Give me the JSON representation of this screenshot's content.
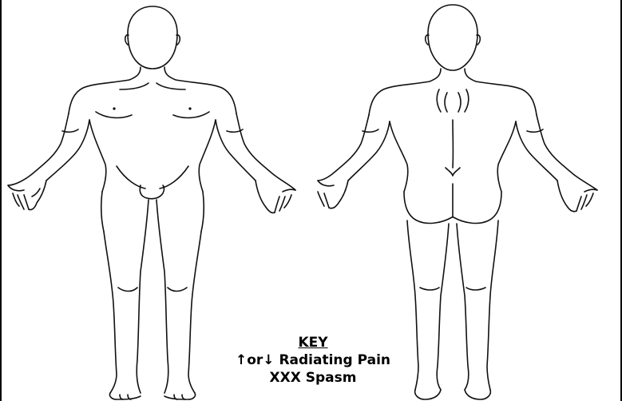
{
  "key": {
    "title": "KEY",
    "radiating_label": "↑or↓ Radiating Pain",
    "spasm_label": "XXX Spasm"
  }
}
